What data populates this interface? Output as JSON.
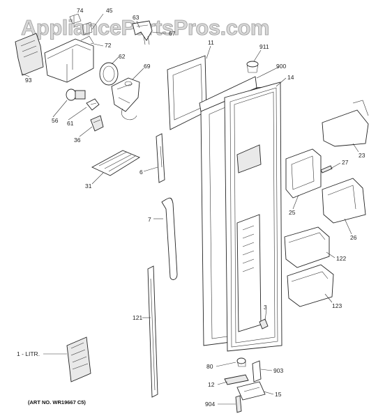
{
  "watermark": "AppliancePartsPros.com",
  "art_number": "(ART NO. WR19667 C5)",
  "callouts": {
    "c74": "74",
    "c45": "45",
    "c63": "63",
    "c67": "67",
    "c72": "72",
    "c62": "62",
    "c69": "69",
    "c93": "93",
    "c56": "56",
    "c61": "61",
    "c36": "36",
    "c11": "11",
    "c911": "911",
    "c900": "900",
    "c14": "14",
    "c6": "6",
    "c31": "31",
    "c7": "7",
    "c121": "121",
    "c23": "23",
    "c27": "27",
    "c25": "25",
    "c26": "26",
    "c122": "122",
    "c123": "123",
    "c3": "3",
    "c1litr": "1 - LITR.",
    "c80": "80",
    "c903": "903",
    "c12": "12",
    "c15": "15",
    "c904": "904"
  }
}
